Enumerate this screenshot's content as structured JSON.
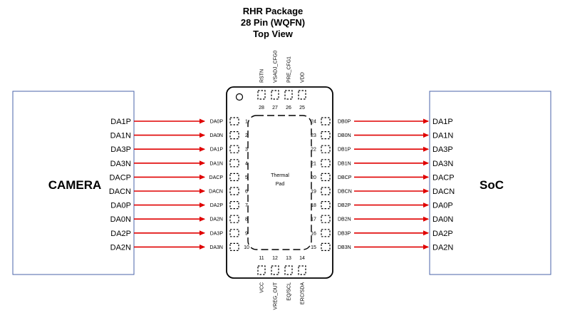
{
  "title": [
    "RHR Package",
    "28 Pin (WQFN)",
    "Top View"
  ],
  "colors": {
    "arrow": "#e00000",
    "block_border": "#4a63a8",
    "outline": "#000000"
  },
  "camera": {
    "label": "CAMERA",
    "signals": [
      "DA1P",
      "DA1N",
      "DA3P",
      "DA3N",
      "DACP",
      "DACN",
      "DA0P",
      "DA0N",
      "DA2P",
      "DA2N"
    ]
  },
  "soc": {
    "label": "SoC",
    "signals": [
      "DA1P",
      "DA1N",
      "DA3P",
      "DA3N",
      "DACP",
      "DACN",
      "DA0P",
      "DA0N",
      "DA2P",
      "DA2N"
    ]
  },
  "chip": {
    "thermal_pad": [
      "Thermal",
      "Pad"
    ],
    "left_pins": [
      {
        "num": "1",
        "name": "DA0P"
      },
      {
        "num": "2",
        "name": "DA0N"
      },
      {
        "num": "3",
        "name": "DA1P"
      },
      {
        "num": "4",
        "name": "DA1N"
      },
      {
        "num": "5",
        "name": "DACP"
      },
      {
        "num": "6",
        "name": "DACN"
      },
      {
        "num": "7",
        "name": "DA2P"
      },
      {
        "num": "8",
        "name": "DA2N"
      },
      {
        "num": "9",
        "name": "DA3P"
      },
      {
        "num": "10",
        "name": "DA3N"
      }
    ],
    "right_pins": [
      {
        "num": "24",
        "name": "DB0P"
      },
      {
        "num": "23",
        "name": "DB0N"
      },
      {
        "num": "22",
        "name": "DB1P"
      },
      {
        "num": "21",
        "name": "DB1N"
      },
      {
        "num": "20",
        "name": "DBCP"
      },
      {
        "num": "19",
        "name": "DBCN"
      },
      {
        "num": "18",
        "name": "DB2P"
      },
      {
        "num": "17",
        "name": "DB2N"
      },
      {
        "num": "16",
        "name": "DB3P"
      },
      {
        "num": "15",
        "name": "DB3N"
      }
    ],
    "top_pins": [
      {
        "num": "28",
        "name": "RSTN"
      },
      {
        "num": "27",
        "name": "VSADJ_CFG0"
      },
      {
        "num": "26",
        "name": "PRE_CFG1"
      },
      {
        "num": "25",
        "name": "VDD"
      }
    ],
    "bottom_pins": [
      {
        "num": "11",
        "name": "VCC"
      },
      {
        "num": "12",
        "name": "VREG_OUT"
      },
      {
        "num": "13",
        "name": "EQ/SCL"
      },
      {
        "num": "14",
        "name": "ERC/SDA"
      }
    ]
  }
}
